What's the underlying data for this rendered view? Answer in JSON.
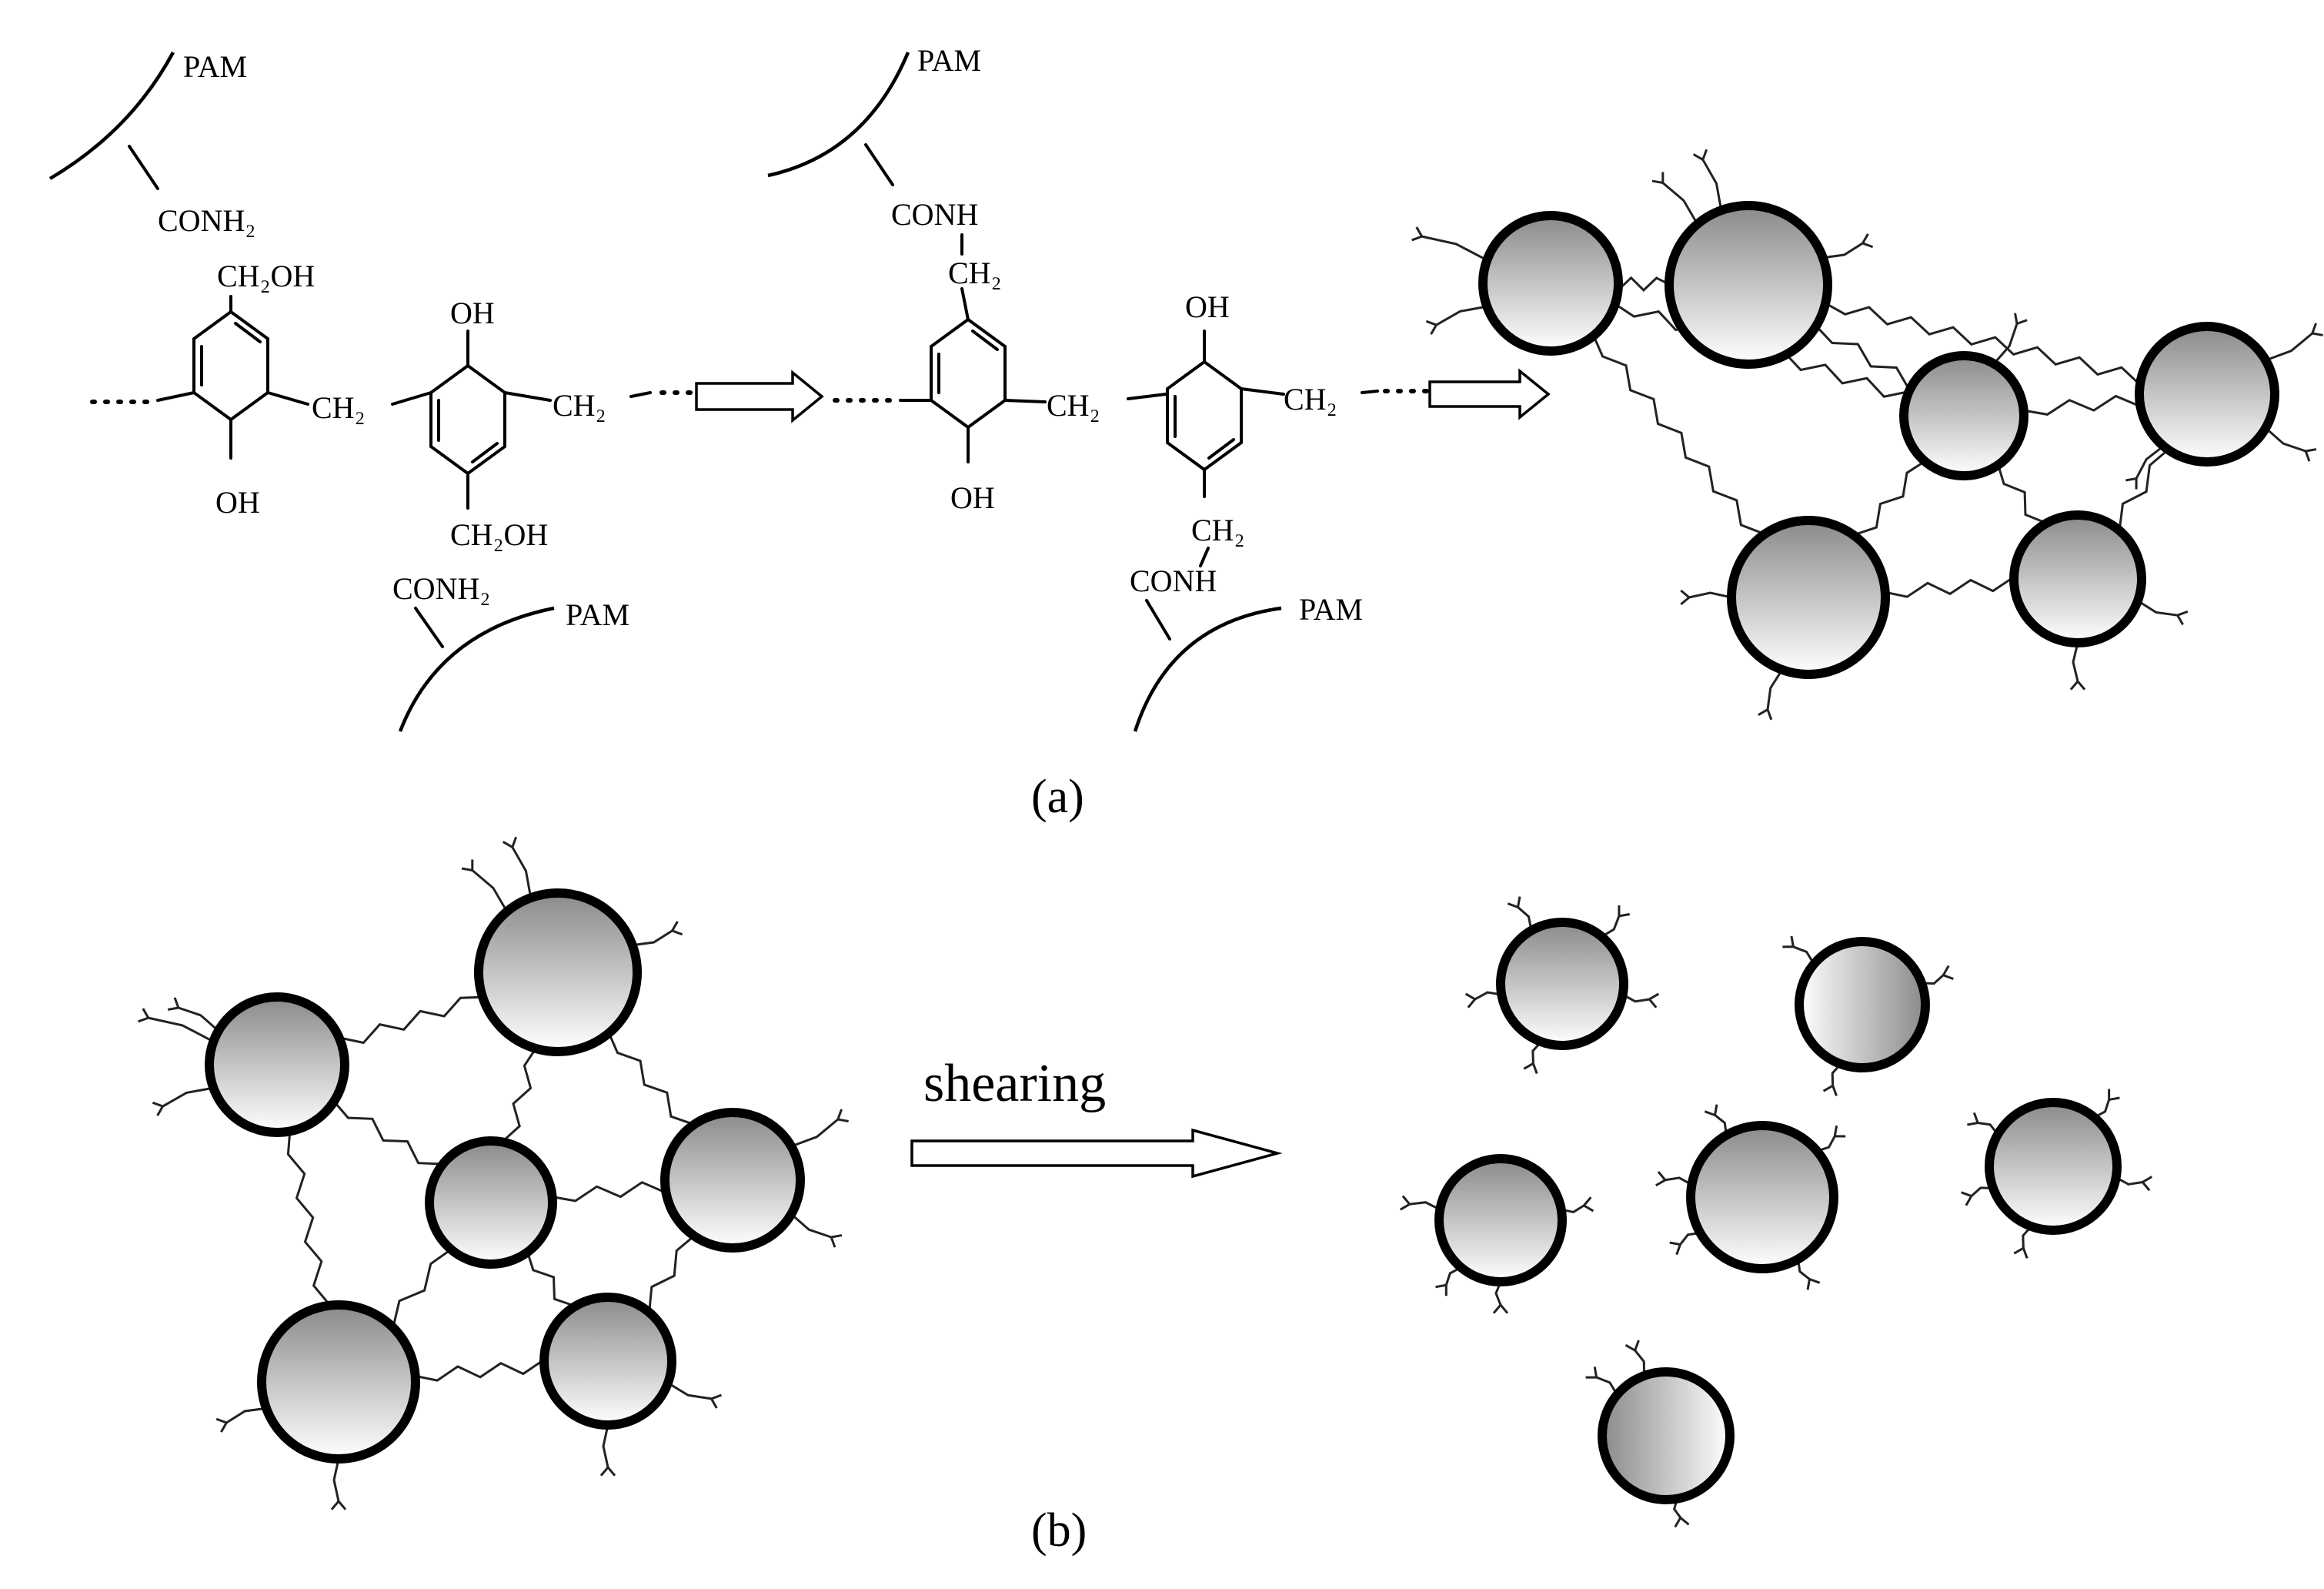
{
  "figure": {
    "panel_a_label": "(a)",
    "panel_b_label": "(b)",
    "shearing_label": "shearing"
  },
  "molecule_1": {
    "pam_top": "PAM",
    "conh2_top": "CONH₂",
    "ch2oh_top": "CH₂OH",
    "oh_left_bottom": "OH",
    "ch2_bridge": "CH₂",
    "oh_right_top": "OH",
    "ch2_right": "CH₂",
    "ch2oh_bottom": "CH₂OH",
    "conh2_bottom": "CONH₂",
    "pam_bottom": "PAM"
  },
  "molecule_2": {
    "pam_top": "PAM",
    "conh_top": "CONH",
    "ch2_top": "CH₂",
    "oh_left_bottom": "OH",
    "ch2_bridge": "CH₂",
    "oh_right_top": "OH",
    "ch2_right": "CH₂",
    "ch2_bottom": "CH₂",
    "conh_bottom": "CONH",
    "pam_bottom": "PAM"
  },
  "colors": {
    "particle_fill_light": "#ffffff",
    "particle_fill_dark": "#8a8a8a",
    "outline": "#000000"
  }
}
